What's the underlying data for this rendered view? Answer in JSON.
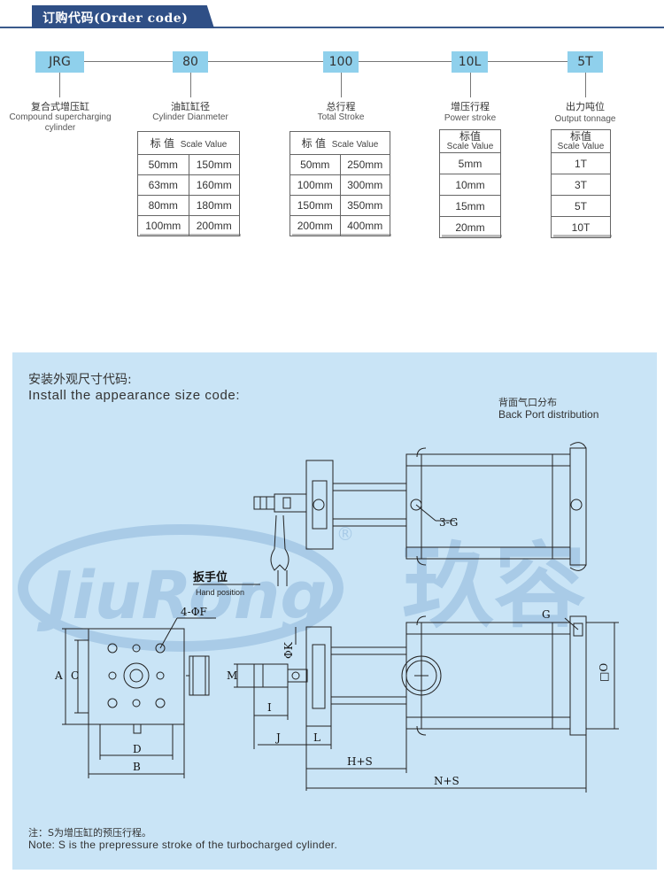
{
  "header": {
    "title": "订购代码(Order code)"
  },
  "order_code": {
    "codes": [
      {
        "code": "JRG",
        "label_cn": "复合式增压缸",
        "label_en": "Compound supercharging",
        "label_en2": "cylinder"
      },
      {
        "code": "80",
        "label_cn": "油缸缸径",
        "label_en": "Cylinder Dianmeter"
      },
      {
        "code": "100",
        "label_cn": "总行程",
        "label_en": "Total  Stroke"
      },
      {
        "code": "10L",
        "label_cn": "增压行程",
        "label_en": "Power stroke"
      },
      {
        "code": "5T",
        "label_cn": "出力吨位",
        "label_en": "Output  tonnage"
      }
    ],
    "scale_value_cn": "标 值",
    "scale_value_cn_compact": "标值",
    "scale_value_en": "Scale Value",
    "diameter_rows": [
      [
        "50mm",
        "150mm"
      ],
      [
        "63mm",
        "160mm"
      ],
      [
        "80mm",
        "180mm"
      ],
      [
        "100mm",
        "200mm"
      ]
    ],
    "stroke_rows": [
      [
        "50mm",
        "250mm"
      ],
      [
        "100mm",
        "300mm"
      ],
      [
        "150mm",
        "350mm"
      ],
      [
        "200mm",
        "400mm"
      ]
    ],
    "power_rows": [
      "5mm",
      "10mm",
      "15mm",
      "20mm"
    ],
    "tonnage_rows": [
      "1T",
      "3T",
      "5T",
      "10T"
    ]
  },
  "appearance": {
    "title_cn": "安装外观尺寸代码:",
    "title_en": "Install the appearance size code:",
    "back_port_cn": "背面气口分布",
    "back_port_en": "Back Port distribution",
    "hand_position_cn": "扳手位",
    "hand_position_en": "Hand position",
    "watermark_en": "JiuRong",
    "watermark_cn": "玖容",
    "registered": "®",
    "dims": {
      "A": "A",
      "C": "C",
      "D": "D",
      "B": "B",
      "F": "4-ΦF",
      "G3": "3-G",
      "G": "G",
      "M": "M",
      "K": "ΦK",
      "I": "I",
      "J": "J",
      "L": "L",
      "HS": "H+S",
      "NS": "N+S",
      "O": "□O"
    },
    "note_cn": "注：S为增压缸的预压行程。",
    "note_en": "Note: S is the prepressure stroke of the turbocharged cylinder."
  }
}
